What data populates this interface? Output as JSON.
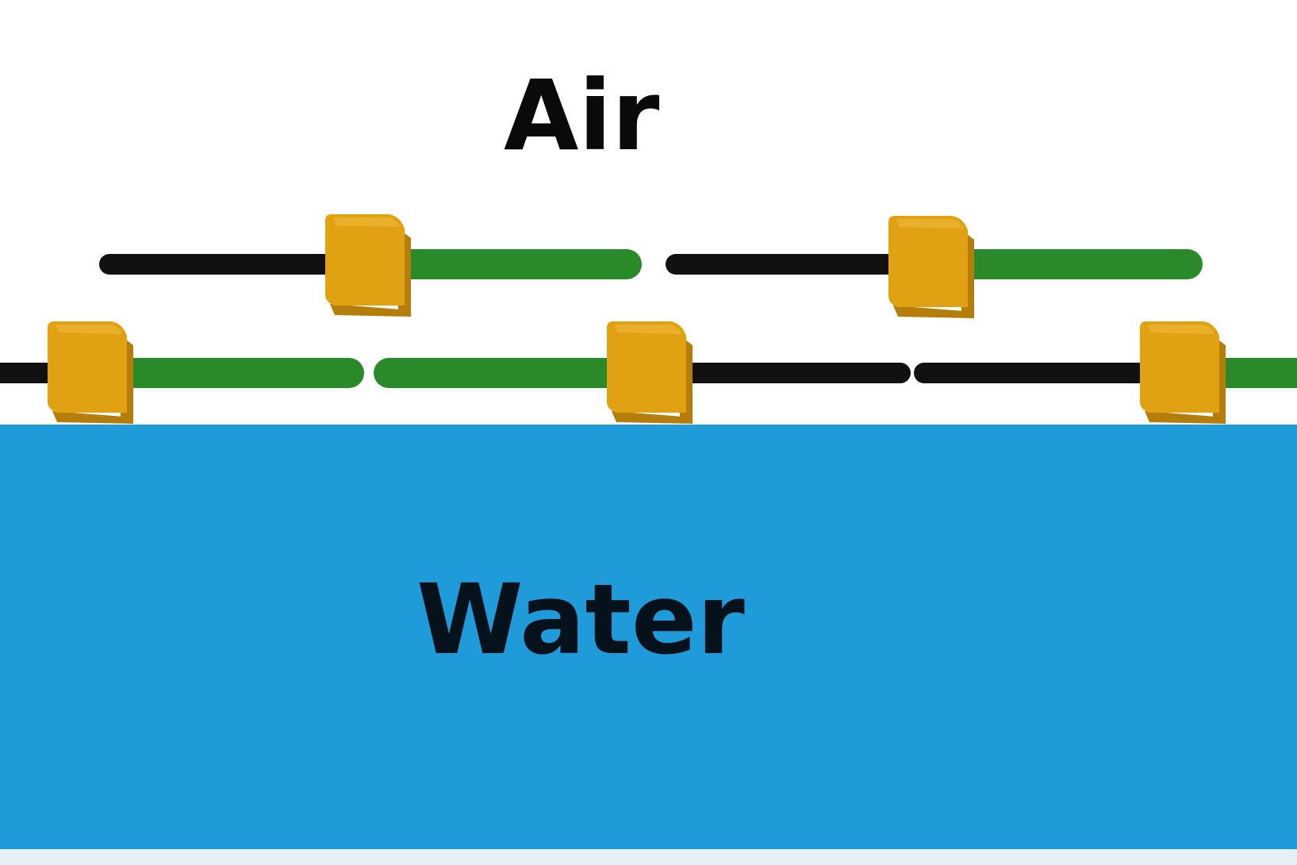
{
  "labels": {
    "air": "Air",
    "water": "Water"
  },
  "colors": {
    "water": "#1e9bd8",
    "hydrophobic_tail": "#111111",
    "hydrophilic_segment": "#2a8a2a",
    "bead_face": "#e0a112",
    "bead_shadow": "#b57e0a",
    "bead_highlight": "#f0c040"
  },
  "molecules": [
    {
      "layer": "upper",
      "segments": [
        "black",
        "green"
      ]
    },
    {
      "layer": "upper",
      "segments": [
        "black",
        "green"
      ]
    },
    {
      "layer": "lower",
      "segments": [
        "black",
        "green"
      ]
    },
    {
      "layer": "lower",
      "segments": [
        "green",
        "black"
      ]
    },
    {
      "layer": "lower",
      "segments": [
        "black",
        "green"
      ]
    }
  ]
}
